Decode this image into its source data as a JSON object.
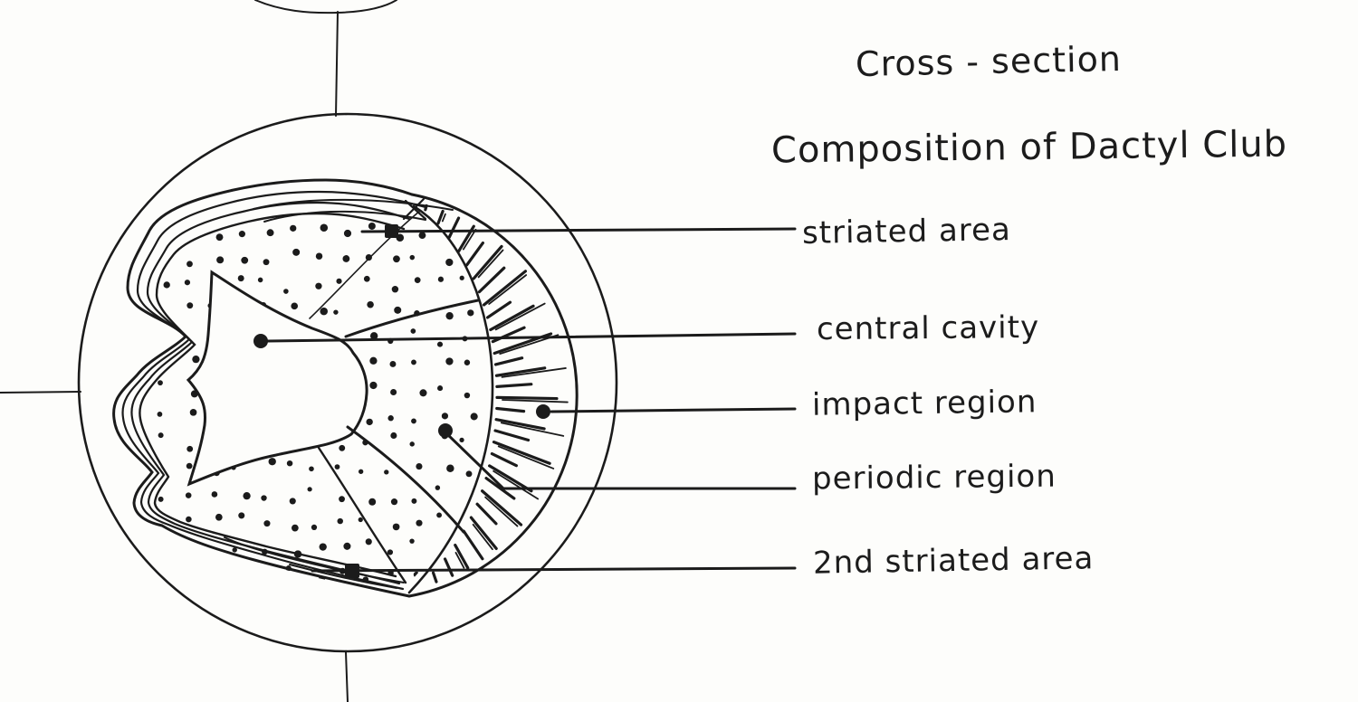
{
  "titles": {
    "line1": "Cross - section",
    "line2": "Composition of Dactyl Club"
  },
  "labels": {
    "striated_area": "striated area",
    "central_cavity": "central cavity",
    "impact_region": "impact region",
    "periodic_region": "periodic region",
    "second_striated_area": "2nd striated area"
  },
  "markers": {
    "striated_area": "square-dot",
    "central_cavity": "round-dot",
    "impact_region": "round-dot",
    "periodic_region": "round-dot",
    "second_striated_area": "square-dot"
  },
  "colors": {
    "ink": "#1b1b1b",
    "paper": "#fdfdfb"
  }
}
